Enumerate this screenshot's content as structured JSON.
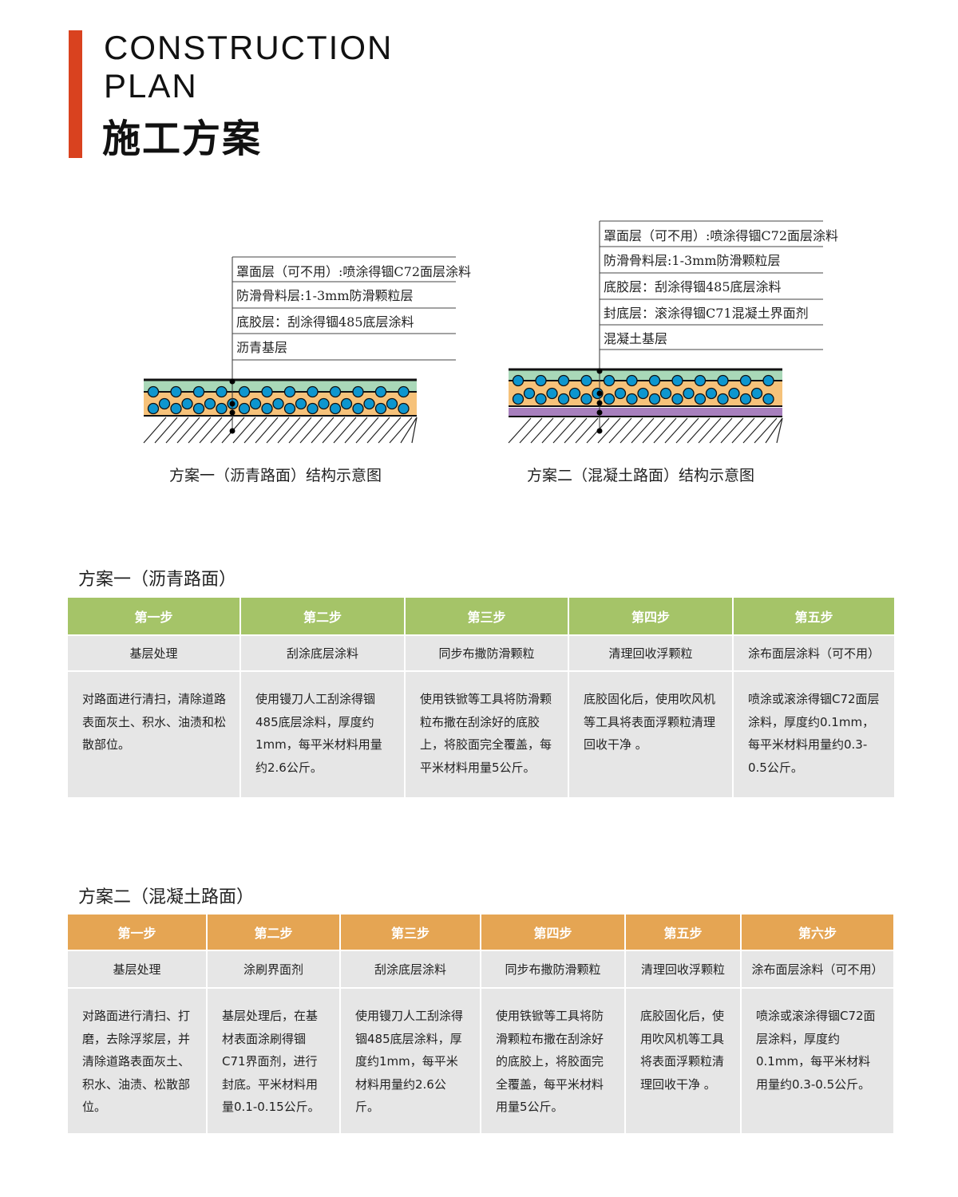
{
  "header": {
    "title_en_line1": "CONSTRUCTION",
    "title_en_line2": "PLAN",
    "title_cn": "施工方案",
    "accent": "#d9421f"
  },
  "diagram1": {
    "labels": [
      "罩面层（可不用）:喷涂得锢C72面层涂料",
      "防滑骨料层:1-3mm防滑颗粒层",
      "底胶层：刮涂得锢485底层涂料",
      "沥青基层"
    ],
    "caption": "方案一（沥青路面）结构示意图"
  },
  "diagram2": {
    "labels": [
      "罩面层（可不用）:喷涂得锢C72面层涂料",
      "防滑骨料层:1-3mm防滑颗粒层",
      "底胶层：刮涂得锢485底层涂料",
      "封底层：滚涂得锢C71混凝土界面剂",
      "混凝土基层"
    ],
    "caption": "方案二（混凝土路面）结构示意图"
  },
  "colors": {
    "green_layer": "#a9d8b8",
    "orange_layer": "#f6c27a",
    "particle": "#0d96cf",
    "purple_layer": "#a77fbd",
    "table1_header": "#a5c468",
    "table2_header": "#e5a553",
    "cell": "#e6e6e6"
  },
  "plan1": {
    "title": "方案一（沥青路面）",
    "steps": [
      "第一步",
      "第二步",
      "第三步",
      "第四步",
      "第五步"
    ],
    "names": [
      "基层处理",
      "刮涂底层涂料",
      "同步布撒防滑颗粒",
      "清理回收浮颗粒",
      "涂布面层涂料（可不用）"
    ],
    "details": [
      "对路面进行清扫，清除道路表面灰土、积水、油渍和松散部位。",
      "使用镘刀人工刮涂得锢485底层涂料，厚度约1mm，每平米材料用量约2.6公斤。",
      "使用铁锨等工具将防滑颗粒布撒在刮涂好的底胶上，将胶面完全覆盖，每平米材料用量5公斤。",
      "底胶固化后，使用吹风机等工具将表面浮颗粒清理回收干净 。",
      "喷涂或滚涂得锢C72面层涂料，厚度约0.1mm，每平米材料用量约0.3-0.5公斤。"
    ]
  },
  "plan2": {
    "title": "方案二（混凝土路面）",
    "steps": [
      "第一步",
      "第二步",
      "第三步",
      "第四步",
      "第五步",
      "第六步"
    ],
    "names": [
      "基层处理",
      "涂刷界面剂",
      "刮涂底层涂料",
      "同步布撒防滑颗粒",
      "清理回收浮颗粒",
      "涂布面层涂料（可不用）"
    ],
    "details": [
      "对路面进行清扫、打磨，去除浮浆层，并清除道路表面灰土、积水、油渍、松散部位。",
      "基层处理后，在基材表面涂刷得锢C71界面剂，进行封底。平米材料用量0.1-0.15公斤。",
      "使用镘刀人工刮涂得锢485底层涂料，厚度约1mm，每平米材料用量约2.6公斤。",
      "使用铁锨等工具将防滑颗粒布撒在刮涂好的底胶上，将胶面完全覆盖，每平米材料用量5公斤。",
      "底胶固化后，使用吹风机等工具将表面浮颗粒清理回收干净 。",
      "喷涂或滚涂得锢C72面层涂料，厚度约0.1mm，每平米材料用量约0.3-0.5公斤。"
    ]
  }
}
